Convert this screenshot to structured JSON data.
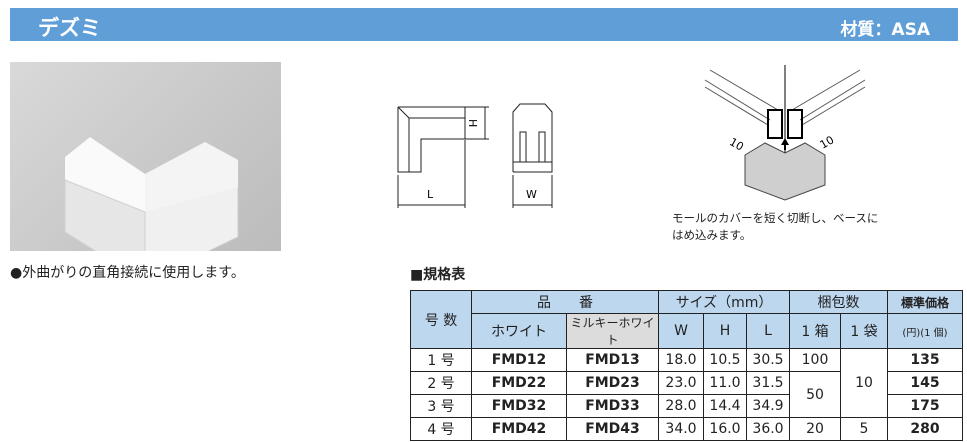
{
  "header": {
    "title": "デズミ",
    "material": "材質：ASA"
  },
  "description": "●外曲がりの直角接続に使用します。",
  "drawing": {
    "label_h": "H",
    "label_l": "L",
    "label_w": "W",
    "dim_left": "10",
    "dim_right": "10"
  },
  "caption": [
    "モールのカバーを短く切断し、ベースに",
    "はめ込みます。"
  ],
  "spec_title": "■規格表",
  "table": {
    "headers": {
      "number": "号 数",
      "part": "品　　番",
      "white": "ホワイト",
      "milky": "ミルキーホワイト",
      "size": "サイズ（mm）",
      "w": "W",
      "h": "H",
      "l": "L",
      "pack": "梱包数",
      "box": "1 箱",
      "bag": "1 袋",
      "price": "標準価格",
      "price_unit": "(円)(1 個)"
    },
    "rows": [
      {
        "no": "1 号",
        "white": "FMD12",
        "milky": "FMD13",
        "w": "18.0",
        "h": "10.5",
        "l": "30.5",
        "price": "135"
      },
      {
        "no": "2 号",
        "white": "FMD22",
        "milky": "FMD23",
        "w": "23.0",
        "h": "11.0",
        "l": "31.5",
        "price": "145"
      },
      {
        "no": "3 号",
        "white": "FMD32",
        "milky": "FMD33",
        "w": "28.0",
        "h": "14.4",
        "l": "34.9",
        "price": "175"
      },
      {
        "no": "4 号",
        "white": "FMD42",
        "milky": "FMD43",
        "w": "34.0",
        "h": "16.0",
        "l": "36.0",
        "price": "280"
      }
    ],
    "box": [
      "100",
      "50",
      "20"
    ],
    "bag": [
      "10",
      "5"
    ]
  }
}
